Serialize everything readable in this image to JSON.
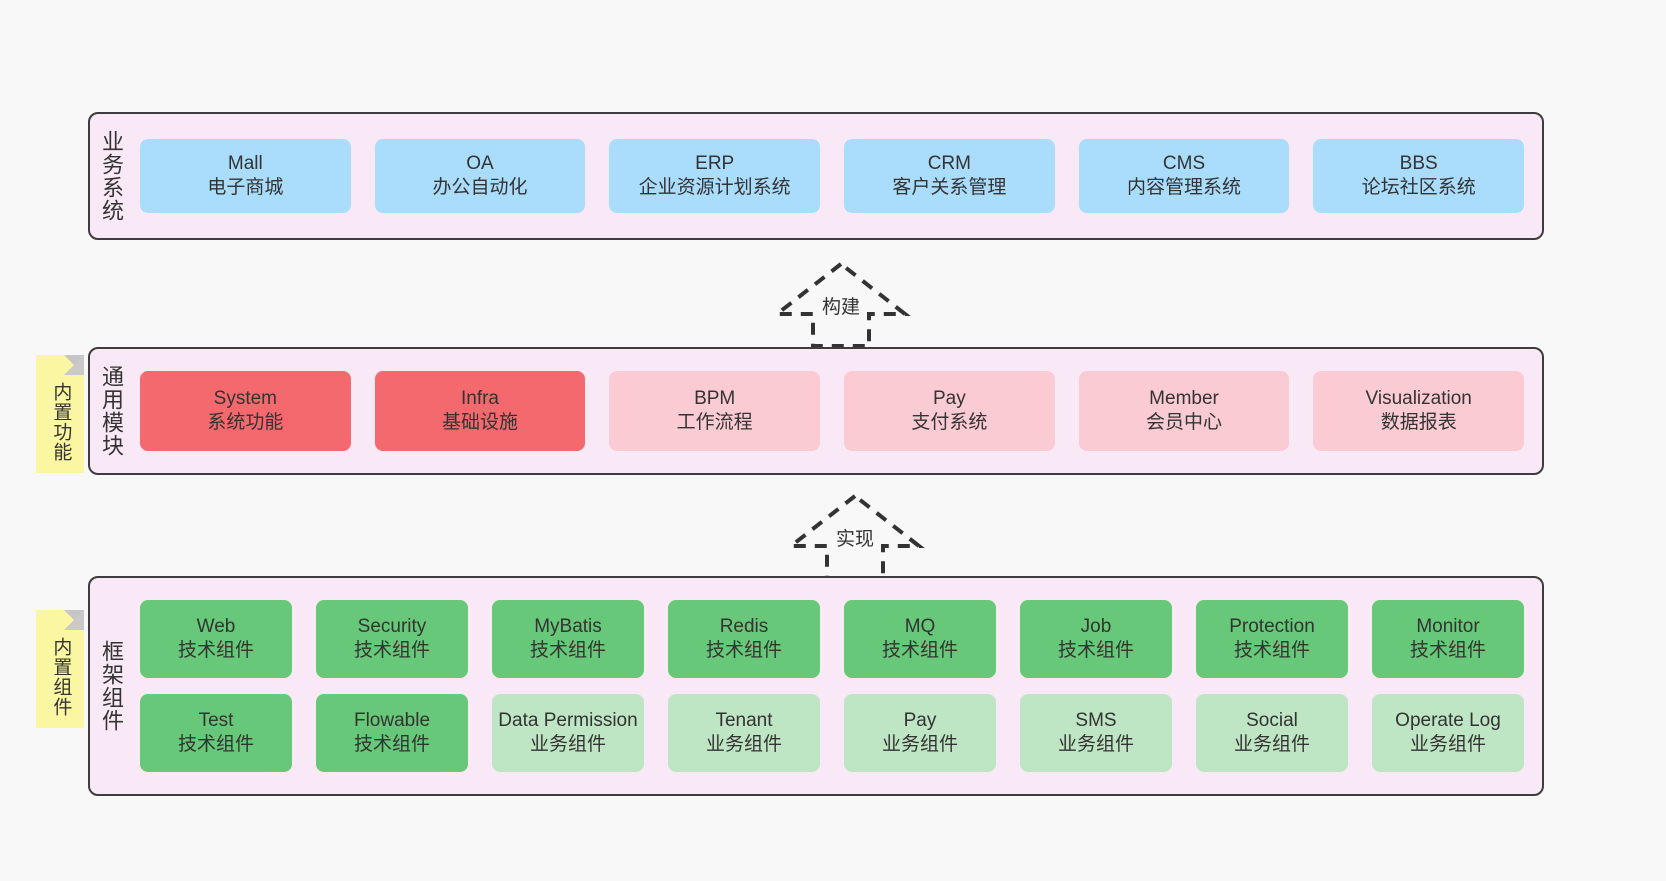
{
  "diagram": {
    "title": "yudao framework architecture",
    "colors": {
      "panel_bg": "#f9e9f6",
      "panel_border": "#3d3d3d",
      "business_box": "#aadcfb",
      "module_active": "#f4696e",
      "module_plain": "#fbcbd4",
      "tech_component": "#66c878",
      "biz_component": "#bfe6c4",
      "sticky_note": "#fbf6a2",
      "page_bg": "#f8f8f8"
    }
  },
  "notes": [
    {
      "name": "built-in-functions",
      "text": "内置功能"
    },
    {
      "name": "built-in-components",
      "text": "内置组件"
    }
  ],
  "arrows": [
    {
      "name": "build-arrow",
      "label": "构建",
      "style": "dashed-hollow-up"
    },
    {
      "name": "realize-arrow",
      "label": "实现",
      "style": "dashed-hollow-up"
    }
  ],
  "layers": [
    {
      "id": "business",
      "label": "业务系统",
      "rows": [
        {
          "items": [
            {
              "en": "Mall",
              "cn": "电子商城",
              "color": "c-blue"
            },
            {
              "en": "OA",
              "cn": "办公自动化",
              "color": "c-blue"
            },
            {
              "en": "ERP",
              "cn": "企业资源计划系统",
              "color": "c-blue"
            },
            {
              "en": "CRM",
              "cn": "客户关系管理",
              "color": "c-blue"
            },
            {
              "en": "CMS",
              "cn": "内容管理系统",
              "color": "c-blue"
            },
            {
              "en": "BBS",
              "cn": "论坛社区系统",
              "color": "c-blue"
            }
          ]
        }
      ]
    },
    {
      "id": "common",
      "label": "通用模块",
      "rows": [
        {
          "items": [
            {
              "en": "System",
              "cn": "系统功能",
              "color": "c-red"
            },
            {
              "en": "Infra",
              "cn": "基础设施",
              "color": "c-red"
            },
            {
              "en": "BPM",
              "cn": "工作流程",
              "color": "c-pink"
            },
            {
              "en": "Pay",
              "cn": "支付系统",
              "color": "c-pink"
            },
            {
              "en": "Member",
              "cn": "会员中心",
              "color": "c-pink"
            },
            {
              "en": "Visualization",
              "cn": "数据报表",
              "color": "c-pink"
            }
          ]
        }
      ]
    },
    {
      "id": "framework",
      "label": "框架组件",
      "rows": [
        {
          "items": [
            {
              "en": "Web",
              "cn": "技术组件",
              "color": "c-green"
            },
            {
              "en": "Security",
              "cn": "技术组件",
              "color": "c-green"
            },
            {
              "en": "MyBatis",
              "cn": "技术组件",
              "color": "c-green"
            },
            {
              "en": "Redis",
              "cn": "技术组件",
              "color": "c-green"
            },
            {
              "en": "MQ",
              "cn": "技术组件",
              "color": "c-green"
            },
            {
              "en": "Job",
              "cn": "技术组件",
              "color": "c-green"
            },
            {
              "en": "Protection",
              "cn": "技术组件",
              "color": "c-green"
            },
            {
              "en": "Monitor",
              "cn": "技术组件",
              "color": "c-green"
            }
          ]
        },
        {
          "items": [
            {
              "en": "Test",
              "cn": "技术组件",
              "color": "c-green"
            },
            {
              "en": "Flowable",
              "cn": "技术组件",
              "color": "c-green"
            },
            {
              "en": "Data Permission",
              "cn": "业务组件",
              "color": "c-greenlight",
              "wrap": true
            },
            {
              "en": "Tenant",
              "cn": "业务组件",
              "color": "c-greenlight"
            },
            {
              "en": "Pay",
              "cn": "业务组件",
              "color": "c-greenlight"
            },
            {
              "en": "SMS",
              "cn": "业务组件",
              "color": "c-greenlight"
            },
            {
              "en": "Social",
              "cn": "业务组件",
              "color": "c-greenlight"
            },
            {
              "en": "Operate Log",
              "cn": "业务组件",
              "color": "c-greenlight"
            }
          ]
        }
      ]
    }
  ]
}
